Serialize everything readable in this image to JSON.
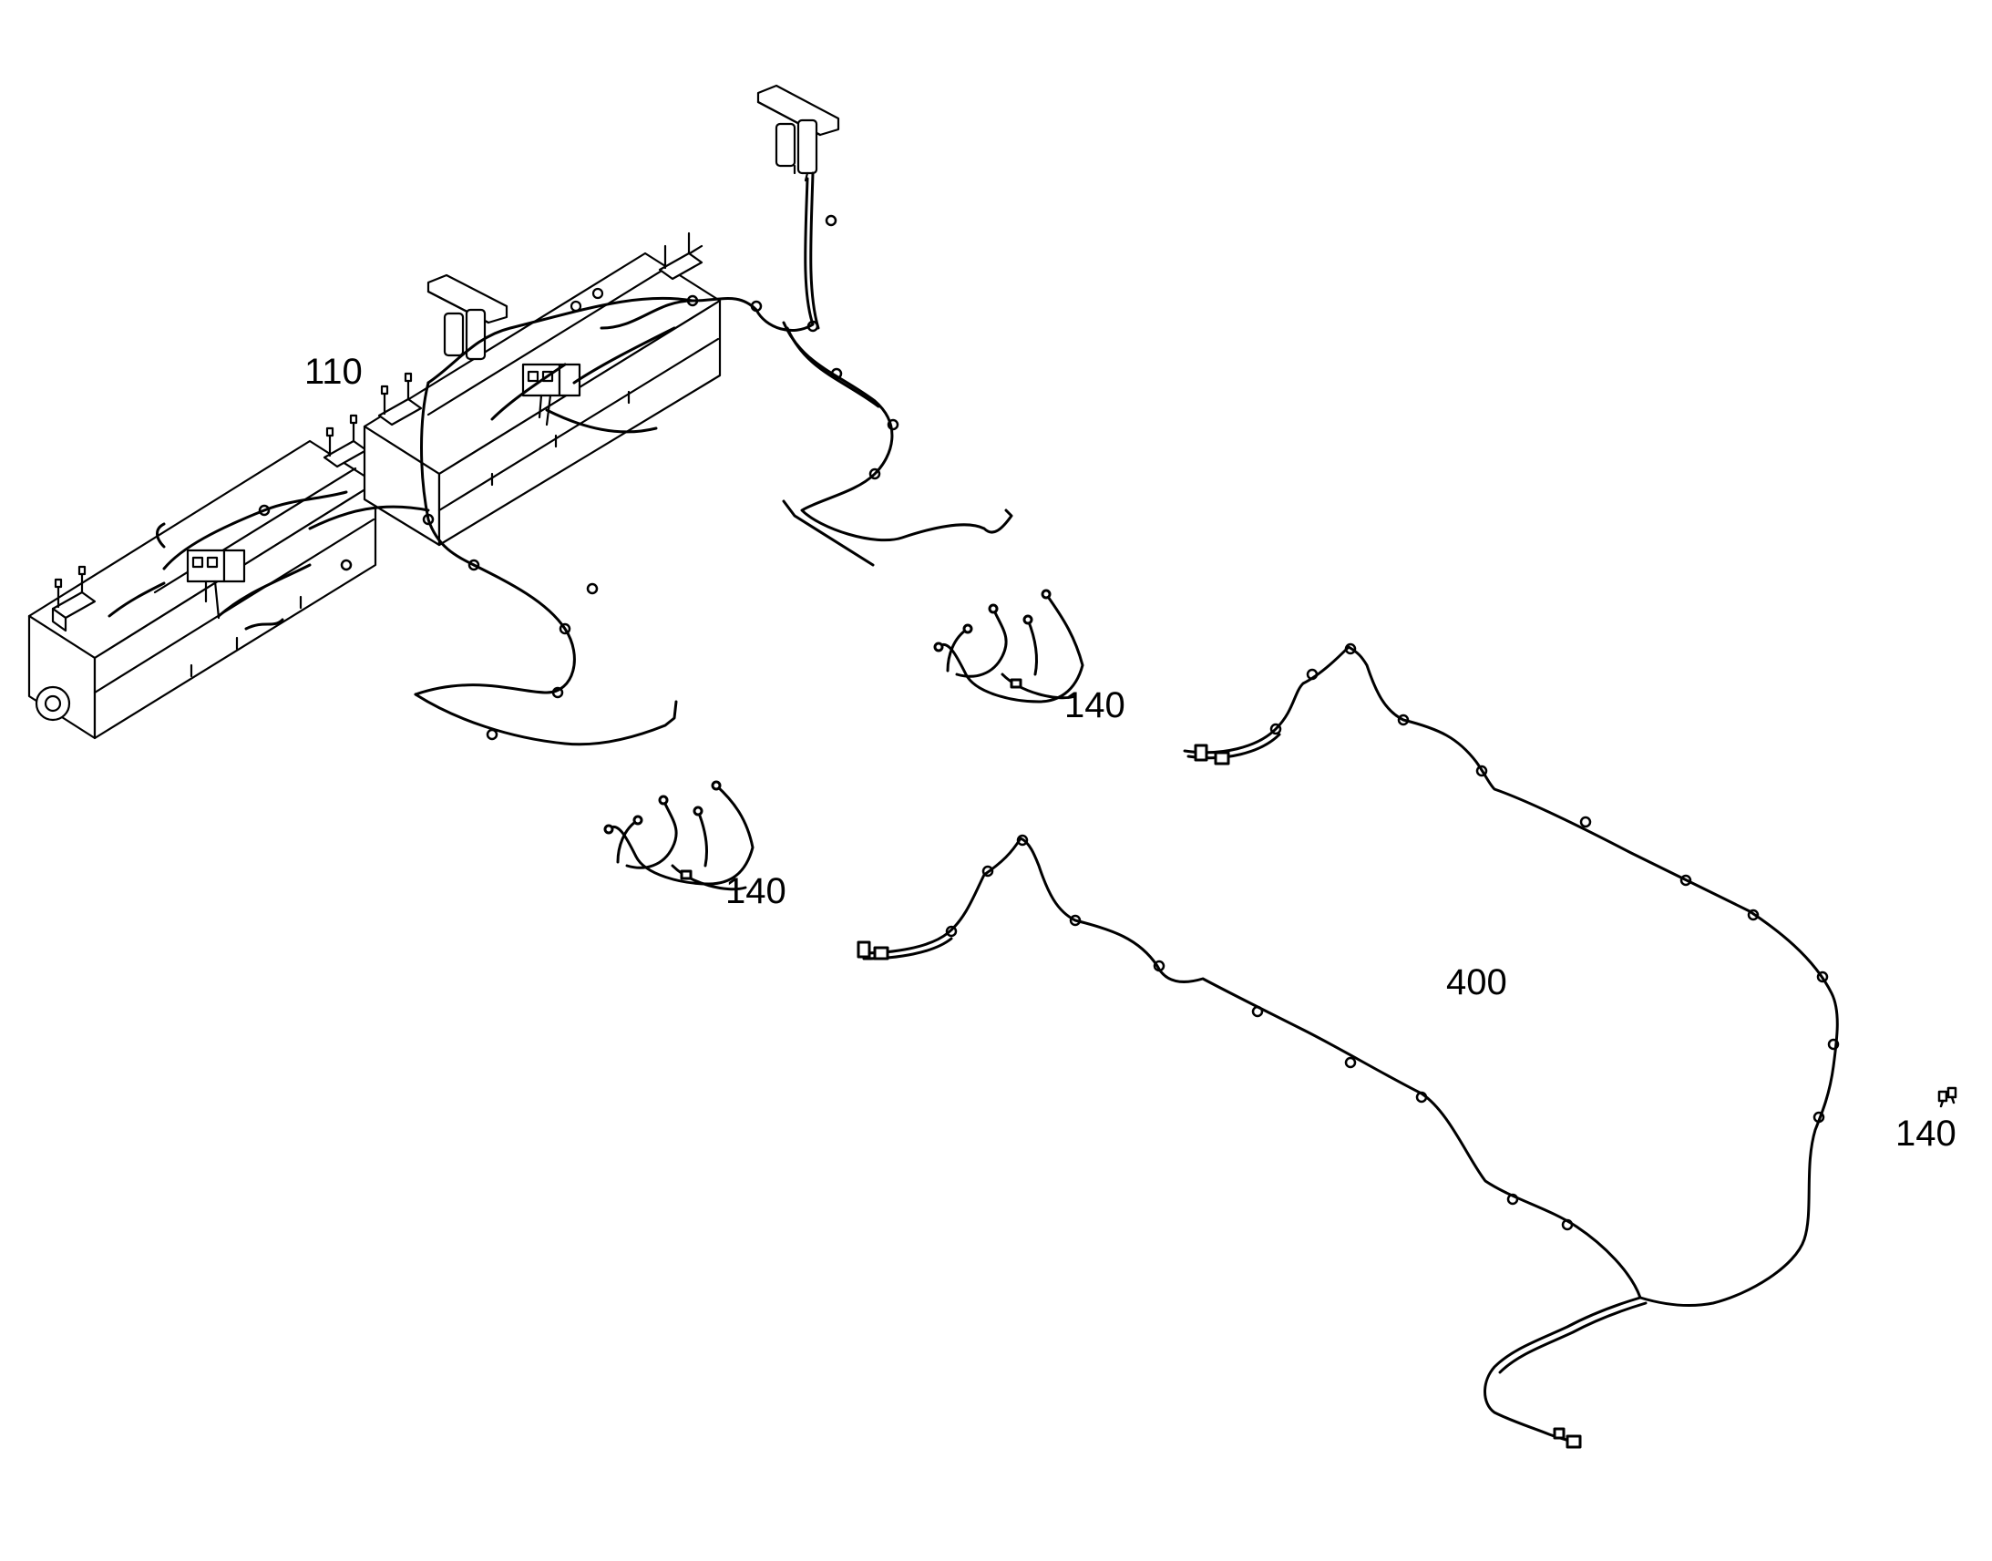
{
  "diagram": {
    "line_color": "#000000",
    "background": "#ffffff",
    "callouts": {
      "rail_assembly": "110",
      "harness_small_a": "140",
      "harness_small_b": "140",
      "main_harness": "400",
      "connector_clip": "140"
    }
  }
}
